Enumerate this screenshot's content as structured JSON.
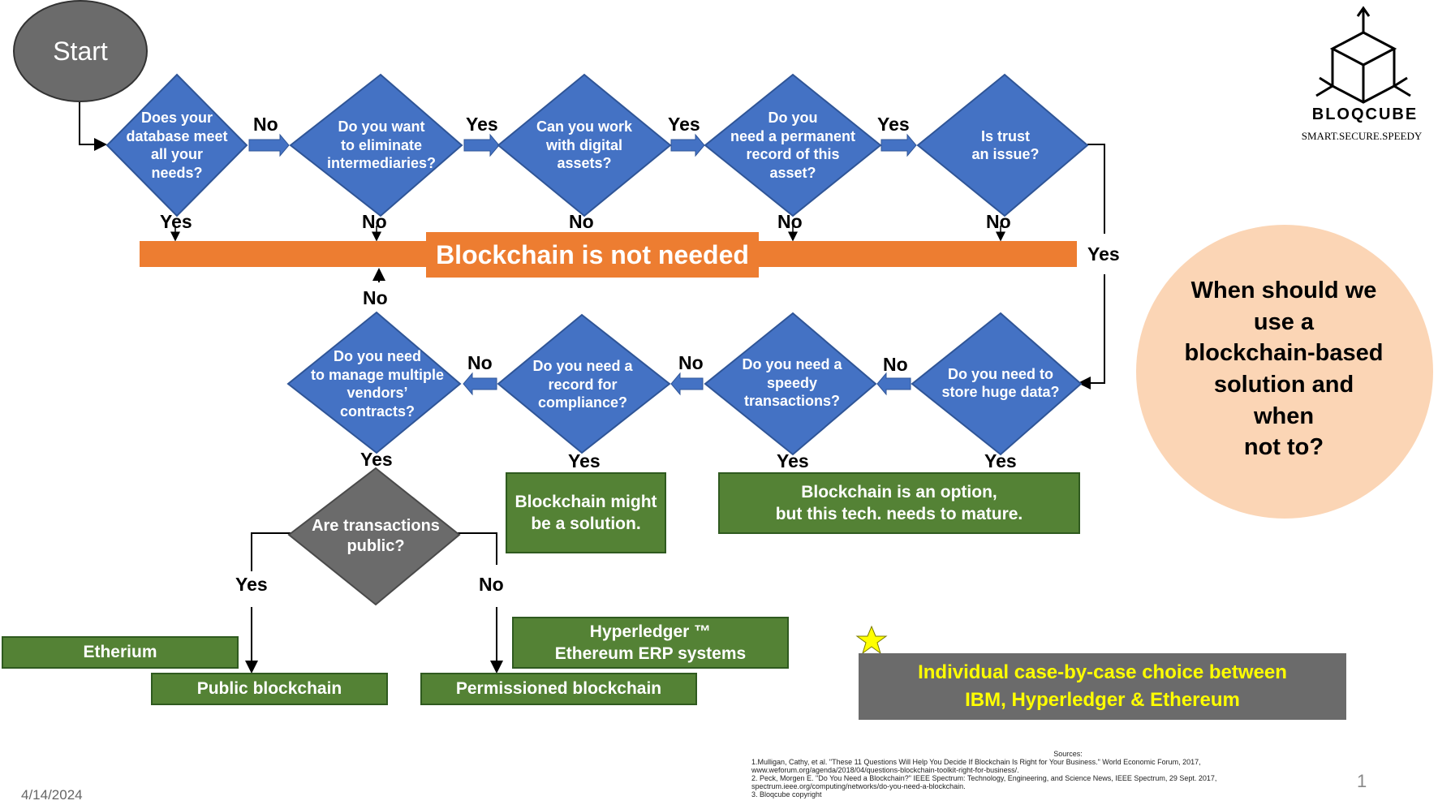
{
  "start": "Start",
  "diamonds": {
    "d1": "Does your\ndatabase meet\nall your\nneeds?",
    "d2": "Do you want\nto eliminate\nintermediaries?",
    "d3": "Can you work\nwith digital\nassets?",
    "d4": "Do you\nneed a permanent\nrecord of this\nasset?",
    "d5": "Is trust\nan issue?",
    "d6": "Do you need to\nstore huge data?",
    "d7": "Do you need a\nspeedy\ntransactions?",
    "d8": "Do you need a\nrecord for\ncompliance?",
    "d9": "Do you need\nto manage multiple\nvendors’\ncontracts?",
    "d10": "Are transactions\npublic?"
  },
  "labels": {
    "l1": "No",
    "l2": "Yes",
    "l3": "Yes",
    "l4": "Yes",
    "l5": "Yes",
    "l6": "No",
    "l7": "No",
    "l8": "No",
    "l9": "No",
    "l10": "Yes",
    "l11": "No",
    "l12": "No",
    "l13": "No",
    "l14": "No",
    "l15": "Yes",
    "l16": "Yes",
    "l17": "Yes",
    "l18": "Yes",
    "l19": "Yes",
    "l20": "No"
  },
  "not_needed": "Blockchain is not needed",
  "boxes": {
    "might": "Blockchain might\nbe a solution.",
    "option": "Blockchain is an option,\nbut this tech. needs to mature.",
    "etherium": "Etherium",
    "public": "Public blockchain",
    "hyperledger": "Hyperledger ™\nEthereum ERP systems",
    "permissioned": "Permissioned blockchain"
  },
  "question_circle": "When should we\nuse a\nblockchain-based\nsolution and\nwhen\nnot to?",
  "logo": {
    "name": "BLOQCUBE",
    "tagline": "SMART.SECURE.SPEEDY"
  },
  "choice": "Individual case-by-case choice between\nIBM, Hyperledger & Ethereum",
  "date": "4/14/2024",
  "page_number": "1",
  "sources": {
    "title": "Sources:",
    "lines": [
      "1.Mulligan, Cathy, et al. \"These 11 Questions Will Help You Decide If Blockchain Is Right for Your Business.\" World Economic Forum, 2017,",
      "www.weforum.org/agenda/2018/04/questions-blockchain-toolkit-right-for-business/.",
      "2. Peck, Morgen E. \"Do You Need a Blockchain?\" IEEE Spectrum: Technology, Engineering, and Science News, IEEE Spectrum, 29 Sept. 2017,",
      "spectrum.ieee.org/computing/networks/do-you-need-a-blockchain.",
      "3. Bloqcube copyright"
    ]
  },
  "colors": {
    "diamond": "#4472c4",
    "orange": "#ed7d31",
    "green": "#548235",
    "gray": "#6b6b6b",
    "peach": "#fbd5b5",
    "yellow_text": "#ffff00"
  }
}
